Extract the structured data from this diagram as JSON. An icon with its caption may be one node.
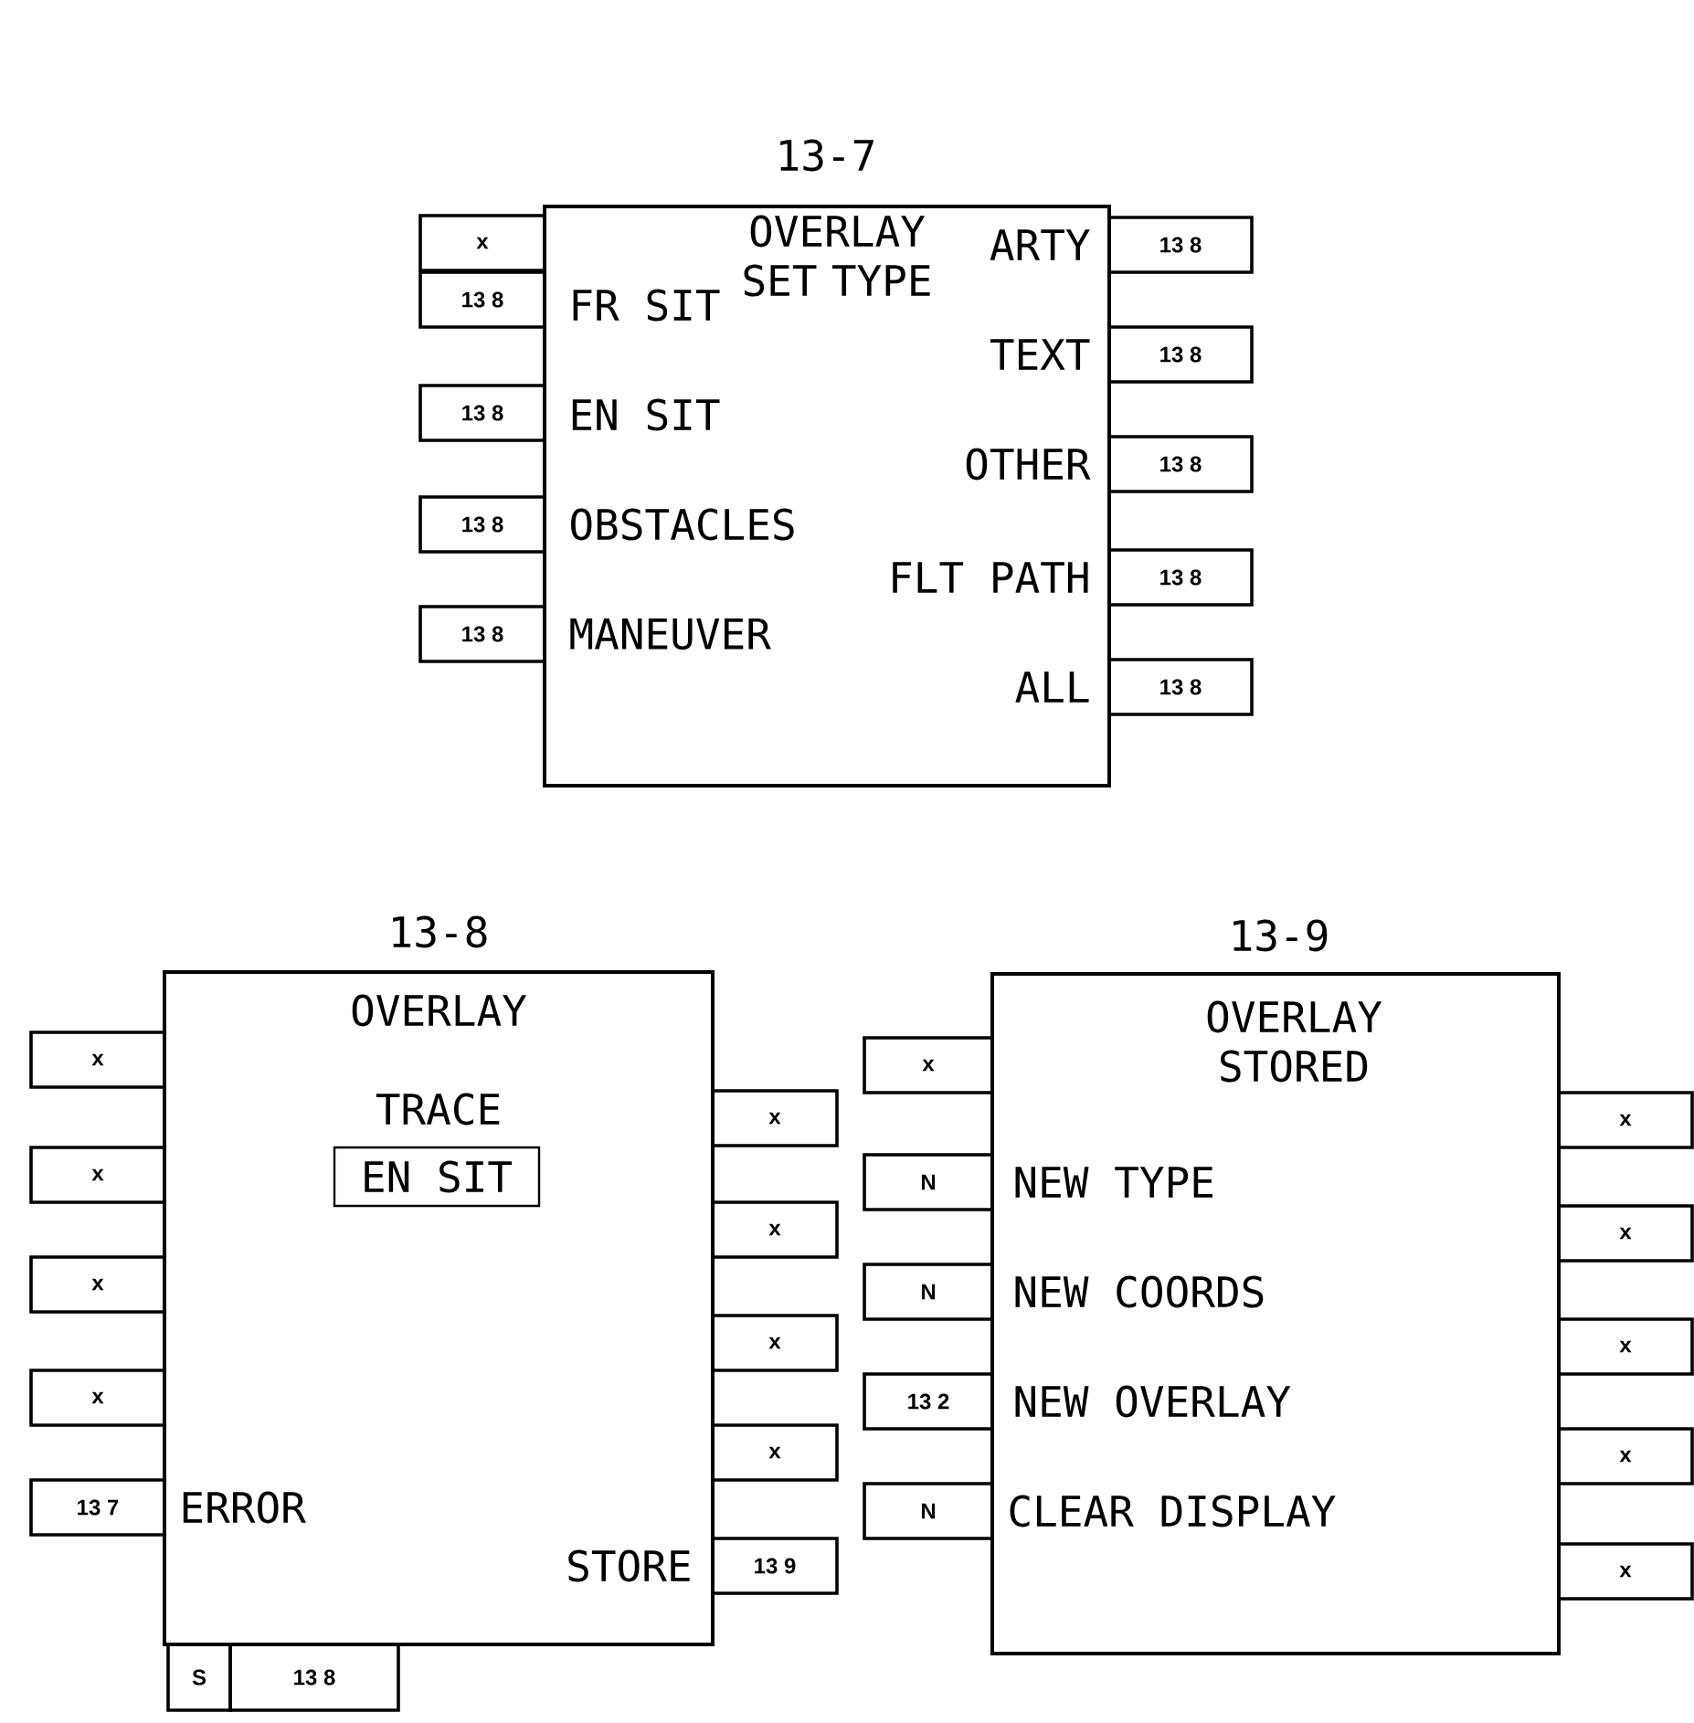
{
  "diagram": {
    "nodes": [
      {
        "text": [
          "13-7",
          "OVERLAY SET TYPE",
          "ARTY",
          "FR SIT",
          "TEXT",
          "EN SIT",
          "OTHER",
          "OBSTACLES",
          "FLT PATH",
          "MANEUVER",
          "ALL"
        ]
      },
      {
        "text": [
          "x"
        ]
      },
      {
        "text": [
          "13 8"
        ]
      },
      {
        "text": [
          "13 8"
        ]
      },
      {
        "text": [
          "13 8"
        ]
      },
      {
        "text": [
          "13 8"
        ]
      },
      {
        "text": [
          "13 8"
        ]
      },
      {
        "text": [
          "13 8"
        ]
      },
      {
        "text": [
          "13 8"
        ]
      },
      {
        "text": [
          "13 8"
        ]
      },
      {
        "text": [
          "13 8"
        ]
      },
      {
        "text": [
          "13-8",
          "OVERLAY",
          "TRACE",
          "ERROR",
          "STORE"
        ]
      },
      {
        "text": [
          "EN SIT"
        ],
        "in": 11
      },
      {
        "text": [
          "x"
        ]
      },
      {
        "text": [
          "x"
        ]
      },
      {
        "text": [
          "x"
        ]
      },
      {
        "text": [
          "x"
        ]
      },
      {
        "text": [
          "13 7"
        ]
      },
      {
        "text": [
          "x"
        ]
      },
      {
        "text": [
          "x"
        ]
      },
      {
        "text": [
          "x"
        ]
      },
      {
        "text": [
          "x"
        ]
      },
      {
        "text": [
          "13 9"
        ]
      },
      {
        "text": [
          "S"
        ]
      },
      {
        "text": [
          "13 8"
        ]
      },
      {
        "text": [
          "13-9",
          "OVERLAY STORED",
          "NEW TYPE",
          "NEW COORDS",
          "NEW OVERLAY",
          "CLEAR DISPLAY"
        ]
      },
      {
        "text": [
          "x"
        ]
      },
      {
        "text": [
          "N"
        ]
      },
      {
        "text": [
          "N"
        ]
      },
      {
        "text": [
          "13 2"
        ]
      },
      {
        "text": [
          "N"
        ]
      },
      {
        "text": [
          "x"
        ]
      },
      {
        "text": [
          "x"
        ]
      },
      {
        "text": [
          "x"
        ]
      },
      {
        "text": [
          "x"
        ]
      },
      {
        "text": [
          "x"
        ]
      }
    ]
  }
}
